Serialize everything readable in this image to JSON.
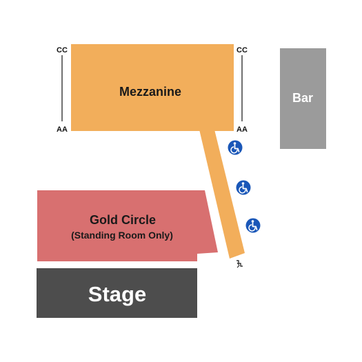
{
  "colors": {
    "mezzanine": "#f2ae5b",
    "gold_circle": "#d87070",
    "stage": "#4d4d4d",
    "bar": "#9b9b9b",
    "accessible": "#1a57b8",
    "label_dark": "#1a1a1a",
    "label_light": "#ffffff"
  },
  "sections": {
    "mezzanine": {
      "label": "Mezzanine"
    },
    "gold_circle": {
      "label": "Gold Circle",
      "sublabel": "(Standing Room Only)"
    },
    "stage": {
      "label": "Stage"
    },
    "bar": {
      "label": "Bar"
    }
  },
  "rows": {
    "left_top": "CC",
    "left_bottom": "AA",
    "right_top": "CC",
    "right_bottom": "AA"
  },
  "icons": {
    "accessible": "wheelchair-icon",
    "stairs": "stairs-icon"
  }
}
